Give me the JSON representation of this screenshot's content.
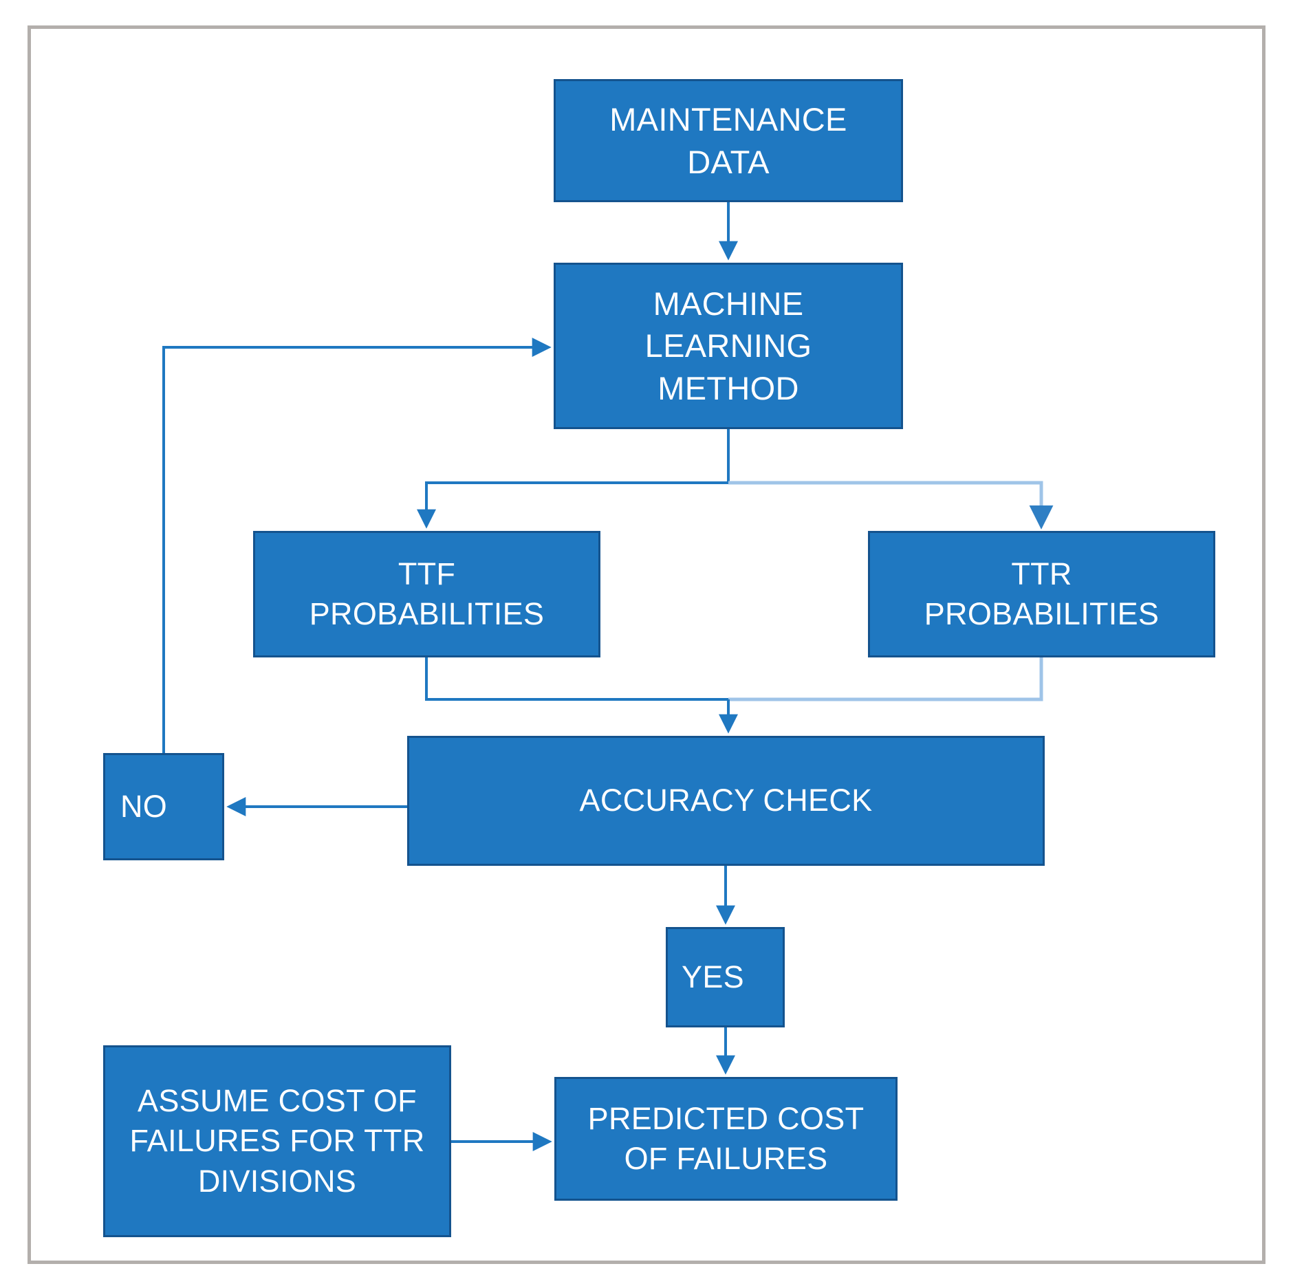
{
  "diagram": {
    "title": "Machine learning maintenance cost prediction flowchart",
    "frame_border_color": "#b3afac",
    "node_fill_color": "#1f78c1",
    "node_border_color": "#14538e",
    "node_text_color": "#ffffff",
    "edge_color": "#1f78c1",
    "edge_color_light": "#9fc4e8",
    "nodes": [
      {
        "id": "maintenance-data",
        "label": "MAINTENANCE\nDATA"
      },
      {
        "id": "ml-method",
        "label": "MACHINE\nLEARNING\nMETHOD"
      },
      {
        "id": "ttf",
        "label": "TTF\nPROBABILITIES"
      },
      {
        "id": "ttr",
        "label": "TTR\nPROBABILITIES"
      },
      {
        "id": "accuracy-check",
        "label": "ACCURACY CHECK"
      },
      {
        "id": "no",
        "label": "NO"
      },
      {
        "id": "yes",
        "label": "YES"
      },
      {
        "id": "assume-cost",
        "label": "ASSUME COST OF\nFAILURES FOR TTR\nDIVISIONS"
      },
      {
        "id": "predicted-cost",
        "label": "PREDICTED COST\nOF FAILURES"
      }
    ],
    "edges": [
      {
        "id": "maintenance-to-ml",
        "from": "maintenance-data",
        "to": "ml-method",
        "kind": "straight-down"
      },
      {
        "id": "ml-to-ttf",
        "from": "ml-method",
        "to": "ttf",
        "kind": "split-left"
      },
      {
        "id": "ml-to-ttr",
        "from": "ml-method",
        "to": "ttr",
        "kind": "split-right"
      },
      {
        "id": "ttf-to-accuracy",
        "from": "ttf",
        "to": "accuracy-check",
        "kind": "merge-down"
      },
      {
        "id": "ttr-to-accuracy",
        "from": "ttr",
        "to": "accuracy-check",
        "kind": "merge-down"
      },
      {
        "id": "accuracy-to-no",
        "from": "accuracy-check",
        "to": "no",
        "kind": "straight-left"
      },
      {
        "id": "no-to-ml",
        "from": "no",
        "to": "ml-method",
        "kind": "feedback-loop"
      },
      {
        "id": "accuracy-to-yes",
        "from": "accuracy-check",
        "to": "yes",
        "kind": "straight-down"
      },
      {
        "id": "yes-to-predicted-cost",
        "from": "yes",
        "to": "predicted-cost",
        "kind": "straight-down"
      },
      {
        "id": "assume-cost-to-predicted-cost",
        "from": "assume-cost",
        "to": "predicted-cost",
        "kind": "straight-right"
      }
    ]
  }
}
